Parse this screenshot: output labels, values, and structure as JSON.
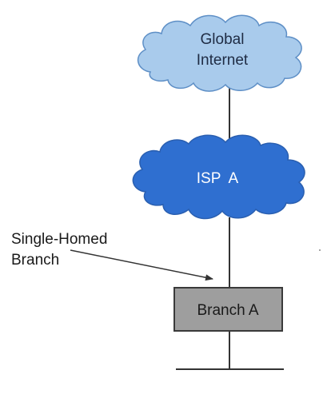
{
  "diagram": {
    "global_cloud": {
      "line1": "Global",
      "line2": "Internet",
      "fill": "#a9cbec",
      "stroke": "#5e8fc6",
      "text_color": "#1f2c44"
    },
    "isp_cloud": {
      "label": "ISP  A",
      "fill": "#2f6fd0",
      "stroke": "#2a5fb0",
      "text_color": "#ffffff"
    },
    "annotation": {
      "line1": "Single-Homed",
      "line2": "Branch"
    },
    "branch_box": {
      "label": "Branch A",
      "fill": "#9e9e9e",
      "stroke": "#3a3a3a"
    },
    "line_color": "#333333"
  }
}
